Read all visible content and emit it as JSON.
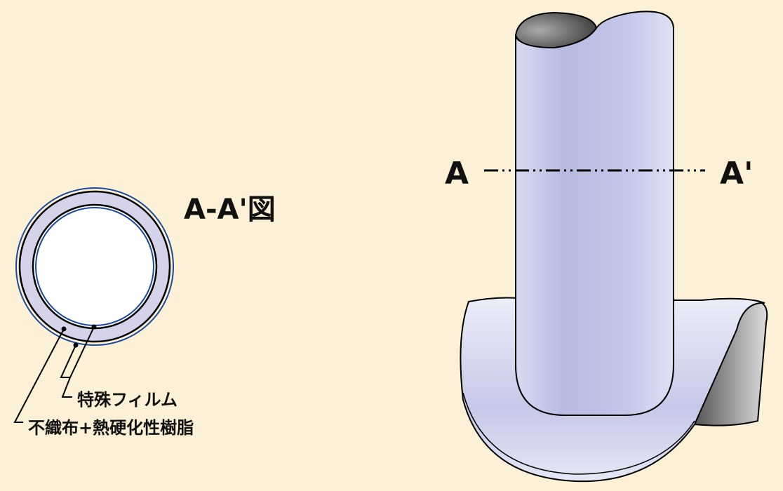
{
  "section_title": "A-A'図",
  "labels": {
    "film": "特殊フィルム",
    "resin": "不織布+熱硬化性樹脂",
    "cut_a": "A",
    "cut_a_prime": "A'"
  },
  "colors": {
    "background": "#fcf1d6",
    "pipe": "#c4c6e6",
    "ring": "#d5d3ea",
    "film_line": "#1a4aa0"
  }
}
